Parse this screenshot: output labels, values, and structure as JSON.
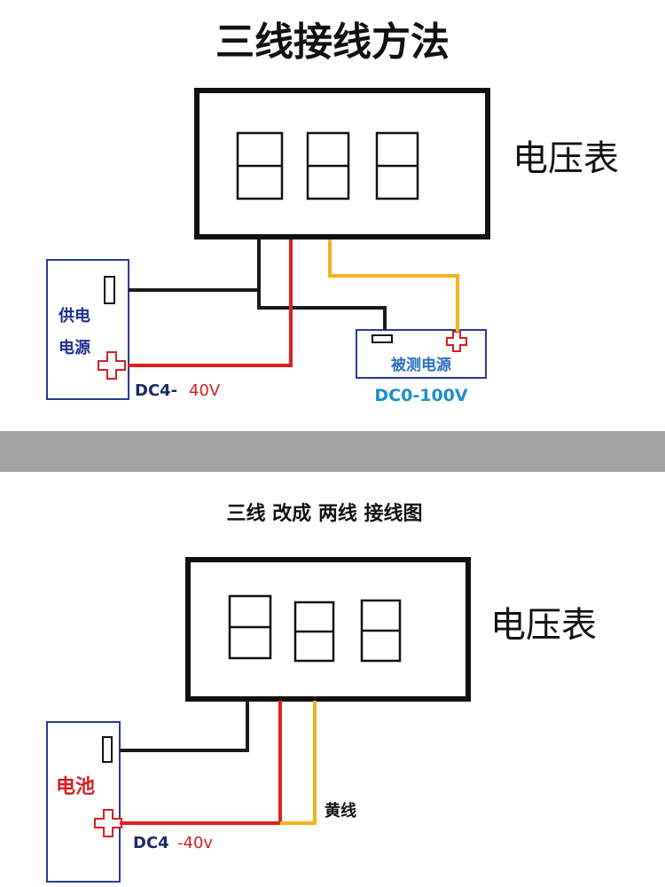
{
  "top": {
    "title": "三线接线方法",
    "meter_label": "电压表",
    "supply_label_line1": "供电",
    "supply_label_line2": "电源",
    "supply_voltage_prefix": "DC4-",
    "supply_voltage_suffix": "40V",
    "measured_label": "被测电源",
    "measured_range": "DC0-100V"
  },
  "bottom": {
    "title": "三线 改成 两线 接线图",
    "meter_label": "电压表",
    "battery_label": "电池",
    "yellow_wire_label": "黄线",
    "voltage_prefix": "DC4",
    "voltage_suffix": "-40v"
  },
  "colors": {
    "wire_black": "#1a1a1a",
    "wire_red": "#e02020",
    "wire_yellow": "#f2b51c",
    "box_blue": "#2b3a9a",
    "divider": "#a3a3a3"
  }
}
